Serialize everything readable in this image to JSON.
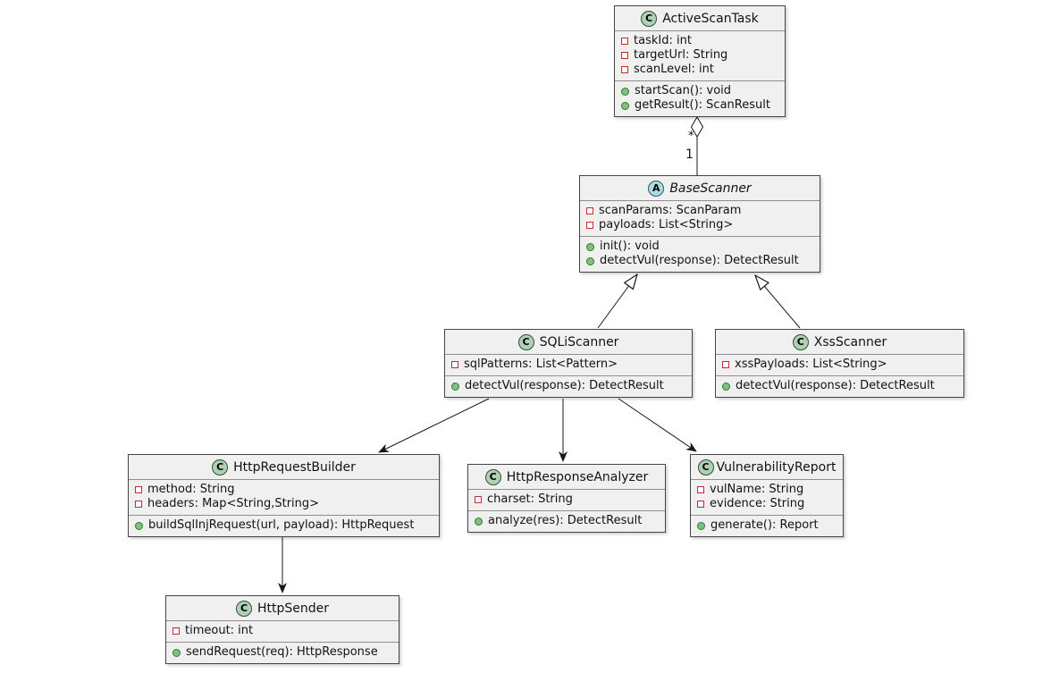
{
  "diagram": {
    "type": "uml-class-diagram",
    "colors": {
      "class_icon_bg": "#ADD1B2",
      "abstract_icon_bg": "#A9DCDF",
      "field_icon_outline": "#C82930",
      "method_icon_fill": "#84BE84",
      "box_bg": "#F0F0F0",
      "box_border": "#454545",
      "edge_stroke": "#181818",
      "page_bg": "#FFFFFF"
    },
    "icons": {
      "field": "red-outline-square-icon",
      "method": "green-circle-icon",
      "class_badge": "circled-letter-C",
      "abstract_badge": "circled-letter-A"
    }
  },
  "classes": [
    {
      "stereotype": "C",
      "name": "ActiveScanTask",
      "attributes": [
        "taskId: int",
        "targetUrl: String",
        "scanLevel: int"
      ],
      "methods": [
        "startScan(): void",
        "getResult(): ScanResult"
      ]
    },
    {
      "stereotype": "A",
      "name": "BaseScanner",
      "abstract": true,
      "attributes": [
        "scanParams: ScanParam",
        "payloads: List<String>"
      ],
      "methods": [
        "init(): void",
        "detectVul(response): DetectResult"
      ]
    },
    {
      "stereotype": "C",
      "name": "SQLiScanner",
      "attributes": [
        "sqlPatterns: List<Pattern>"
      ],
      "methods": [
        "detectVul(response): DetectResult"
      ]
    },
    {
      "stereotype": "C",
      "name": "XssScanner",
      "attributes": [
        "xssPayloads: List<String>"
      ],
      "methods": [
        "detectVul(response): DetectResult"
      ]
    },
    {
      "stereotype": "C",
      "name": "HttpRequestBuilder",
      "attributes": [
        "method: String",
        "headers: Map<String,String>"
      ],
      "methods": [
        "buildSqlInjRequest(url, payload): HttpRequest"
      ]
    },
    {
      "stereotype": "C",
      "name": "HttpResponseAnalyzer",
      "attributes": [
        "charset: String"
      ],
      "methods": [
        "analyze(res): DetectResult"
      ]
    },
    {
      "stereotype": "C",
      "name": "VulnerabilityReport",
      "attributes": [
        "vulName: String",
        "evidence: String"
      ],
      "methods": [
        "generate(): Report"
      ]
    },
    {
      "stereotype": "C",
      "name": "HttpSender",
      "attributes": [
        "timeout: int"
      ],
      "methods": [
        "sendRequest(req): HttpResponse"
      ]
    }
  ],
  "edges": {
    "aggregation": {
      "near_diamond_multiplicity": "*",
      "near_target_multiplicity": "1"
    }
  }
}
